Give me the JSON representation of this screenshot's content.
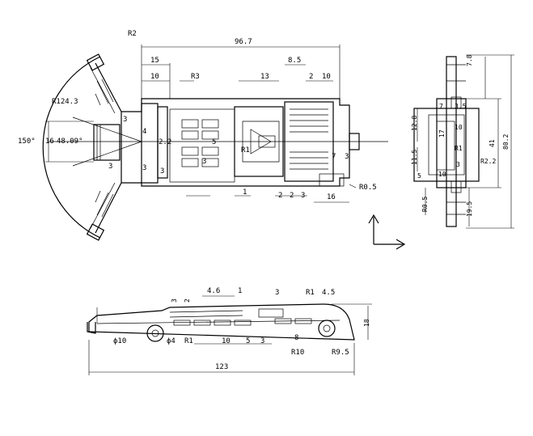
{
  "top_view": {
    "overall_length": "96.7",
    "dim_15": "15",
    "dim_10a": "10",
    "dim_r3": "R3",
    "dim_13": "13",
    "dim_8_5": "8.5",
    "dim_2a": "2",
    "dim_10b": "10",
    "dim_r2": "R2",
    "dim_r124_3": "R124.3",
    "dim_150deg": "150°",
    "dim_16": "16",
    "dim_48deg": "48.09°",
    "dim_3a": "3",
    "dim_4": "4",
    "dim_2_2": "2.2",
    "dim_3b": "3",
    "dim_3c": "3",
    "dim_3d": "3",
    "dim_3e": "3",
    "dim_5": "5",
    "dim_r1": "R1",
    "dim_1": "1",
    "dim_7": "7",
    "dim_3f": "3",
    "dim_2b": "2",
    "dim_2c": "2",
    "dim_3g": "3",
    "dim_16b": "16",
    "dim_r0_5": "R0.5"
  },
  "side_view": {
    "dim_7_8": "7.8",
    "dim_12_8": "12.8",
    "dim_11_5": "11.5",
    "dim_5": "5",
    "dim_r0_5": "R0.5",
    "dim_7": "7",
    "dim_3_5": "3.5",
    "dim_10a": "10",
    "dim_17": "17",
    "dim_r1": "R1",
    "dim_3": "3",
    "dim_10b": "10",
    "dim_41": "41",
    "dim_80_2": "80.2",
    "dim_r2_2": "R2.2",
    "dim_19_5": "19.5"
  },
  "front_view": {
    "dim_4_6": "4.6",
    "dim_1": "1",
    "dim_3a": "3",
    "dim_r1a": "R1",
    "dim_4_5": "4.5",
    "dim_3b": "3",
    "dim_2": "2",
    "dim_18": "18",
    "dim_phi10": "ϕ10",
    "dim_phi4": "ϕ4",
    "dim_r1b": "R1",
    "dim_10": "10",
    "dim_5": "5",
    "dim_3c": "3",
    "dim_8": "8",
    "dim_r10": "R10",
    "dim_r9_5": "R9.5",
    "overall_length": "123"
  }
}
